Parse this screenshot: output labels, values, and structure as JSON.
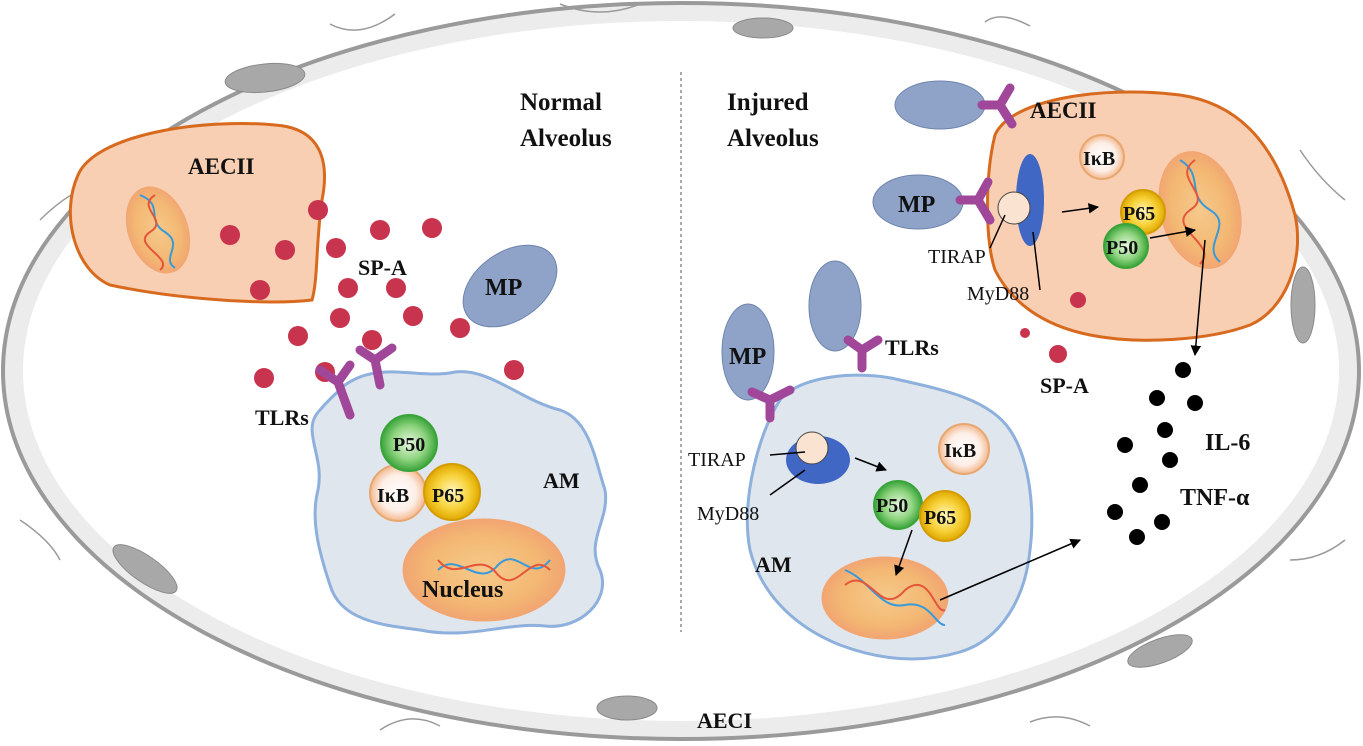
{
  "labels": {
    "normal_line1": "Normal",
    "normal_line2": "Alveolus",
    "injured_line1": "Injured",
    "injured_line2": "Alveolus",
    "aecii_left": "AECII",
    "aecii_right": "AECII",
    "spa_left": "SP-A",
    "spa_right": "SP-A",
    "mp_left": "MP",
    "mp_right_top": "MP",
    "mp_right_bottom": "MP",
    "tlrs_left": "TLRs",
    "tlrs_right": "TLRs",
    "p50_left": "P50",
    "p65_left": "P65",
    "ikb_left": "IκB",
    "am_left": "AM",
    "nucleus": "Nucleus",
    "tirap_top": "TIRAP",
    "myd88_top": "MyD88",
    "ikb_aecii": "IκB",
    "p65_aecii": "P65",
    "p50_aecii": "P50",
    "tirap_am": "TIRAP",
    "myd88_am": "MyD88",
    "ikb_am": "IκB",
    "p50_am": "P50",
    "p65_am": "P65",
    "am_right": "AM",
    "il6": "IL-6",
    "tnfa": "TNF-α",
    "aeci": "AECI"
  },
  "colors": {
    "membrane": "#9a9a9a",
    "membrane_fill": "#ececec",
    "aecii_fill": "#f8cfb2",
    "aecii_stroke": "#d86a1f",
    "am_fill": "#dfe6ee",
    "am_stroke": "#8eb0dc",
    "mp_fill": "#8fa3c9",
    "tlr": "#a0479a",
    "spa_dot": "#c8334d",
    "myd88": "#3f67c3",
    "cytokine": "#000000"
  }
}
